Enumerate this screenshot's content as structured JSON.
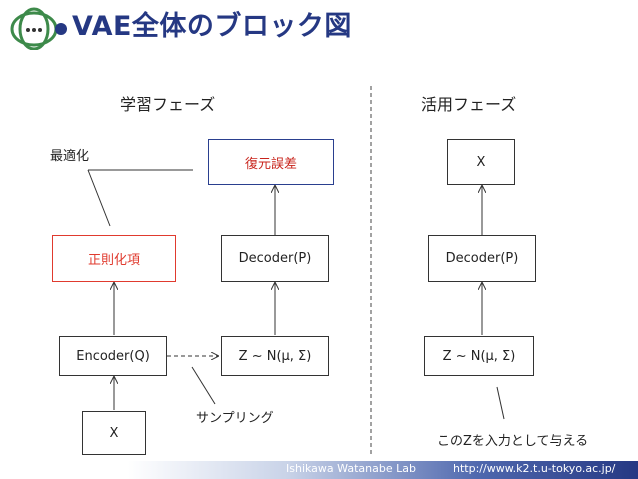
{
  "slide": {
    "title": "VAE全体のブロック図",
    "footer_lab": "Ishikawa Watanabe Lab",
    "footer_url": "http://www.k2.t.u-tokyo.ac.jp/",
    "accent_color": "#253883",
    "highlight_color": "#e03a2e"
  },
  "diagram": {
    "training_heading": "学習フェーズ",
    "inference_heading": "活用フェーズ",
    "optimize_label": "最適化",
    "sampling_label": "サンプリング",
    "input_note": "このZを入力として与える",
    "training": {
      "reconstruction_error": "復元誤差",
      "regularization_term": "正則化項",
      "decoder": "Decoder(P)",
      "encoder": "Encoder(Q)",
      "latent": "Z ~ N(μ, Σ)",
      "input": "X"
    },
    "inference": {
      "output": "X",
      "decoder": "Decoder(P)",
      "latent": "Z ~ N(μ, Σ)"
    }
  }
}
